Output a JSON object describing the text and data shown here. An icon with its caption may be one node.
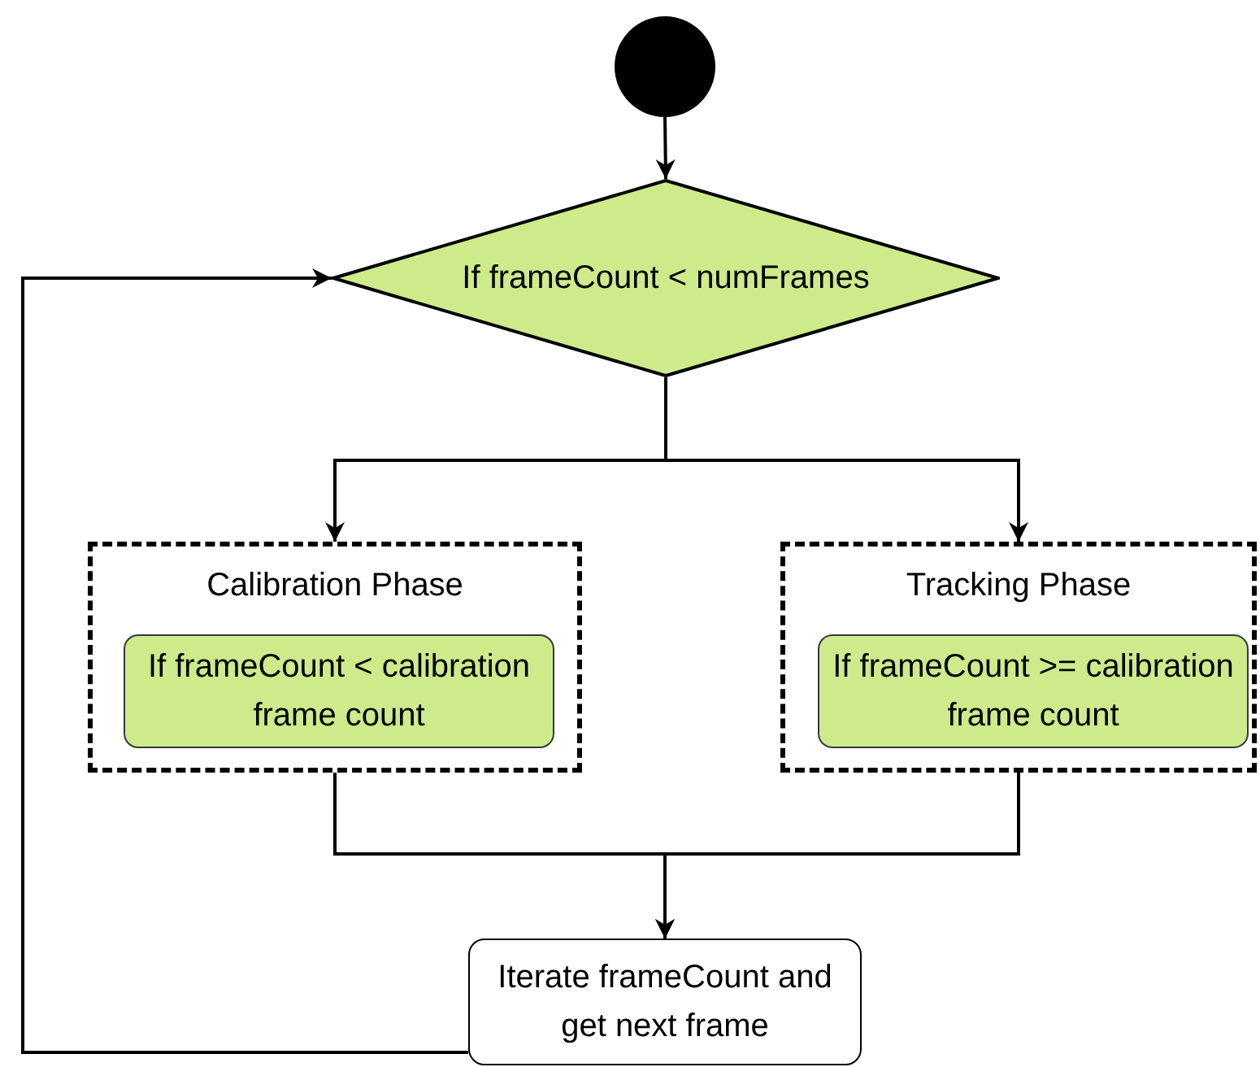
{
  "diagram": {
    "nodes": [
      {
        "text": [],
        "shape": "circle"
      },
      {
        "text": [
          "If frameCount < numFrames"
        ]
      },
      {
        "text": [
          "Calibration Phase"
        ]
      },
      {
        "text": [
          "If frameCount < calibration frame count"
        ],
        "in": 2
      },
      {
        "text": [
          "Tracking Phase"
        ]
      },
      {
        "text": [
          "If frameCount >= calibration frame count"
        ],
        "in": 4
      },
      {
        "text": [
          "Iterate frameCount and get next frame"
        ]
      }
    ],
    "edges": [
      {
        "from": 0,
        "to": 1,
        "arrow": "to"
      },
      {
        "from": 1,
        "to": 2,
        "arrow": "to"
      },
      {
        "from": 1,
        "to": 4,
        "arrow": "to"
      },
      {
        "from": 2,
        "to": 6,
        "arrow": "to"
      },
      {
        "from": 4,
        "to": 6,
        "arrow": "to"
      },
      {
        "from": 6,
        "to": 1,
        "arrow": "to"
      }
    ]
  }
}
